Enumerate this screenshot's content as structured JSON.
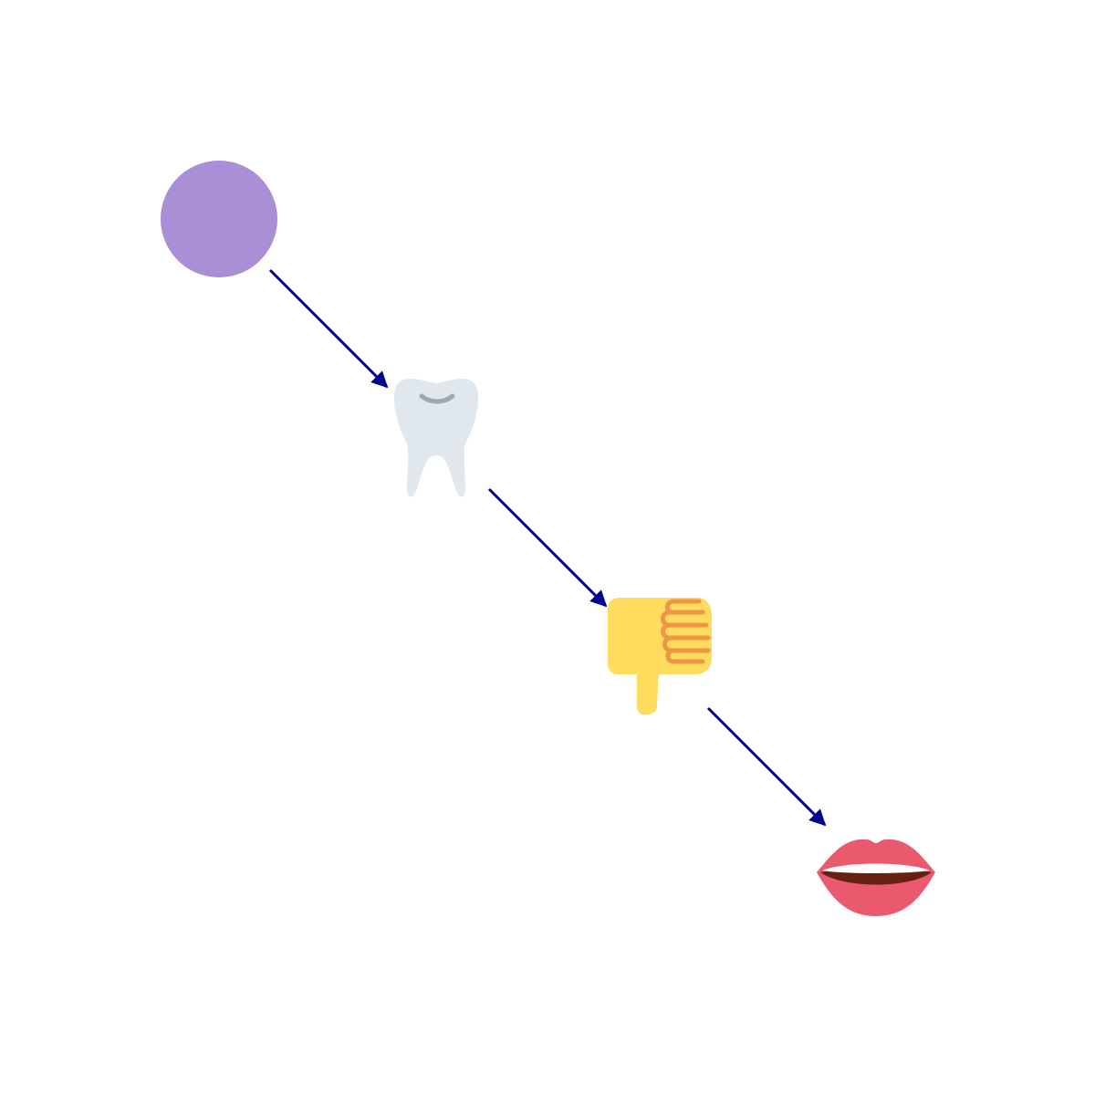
{
  "diagram": {
    "type": "flow",
    "nodes": [
      {
        "id": "n1",
        "kind": "circle",
        "icon": "purple-circle-icon",
        "color": "#aa8ed6"
      },
      {
        "id": "n2",
        "kind": "emoji",
        "icon": "tooth-icon",
        "color": "#e1e8ed"
      },
      {
        "id": "n3",
        "kind": "emoji",
        "icon": "thumbs-down-icon",
        "color": "#ffdc5d"
      },
      {
        "id": "n4",
        "kind": "emoji",
        "icon": "mouth-icon",
        "color": "#ea596e"
      }
    ],
    "edges": [
      {
        "from": "n1",
        "to": "n2"
      },
      {
        "from": "n2",
        "to": "n3"
      },
      {
        "from": "n3",
        "to": "n4"
      }
    ],
    "edge_color": "#00008b"
  }
}
